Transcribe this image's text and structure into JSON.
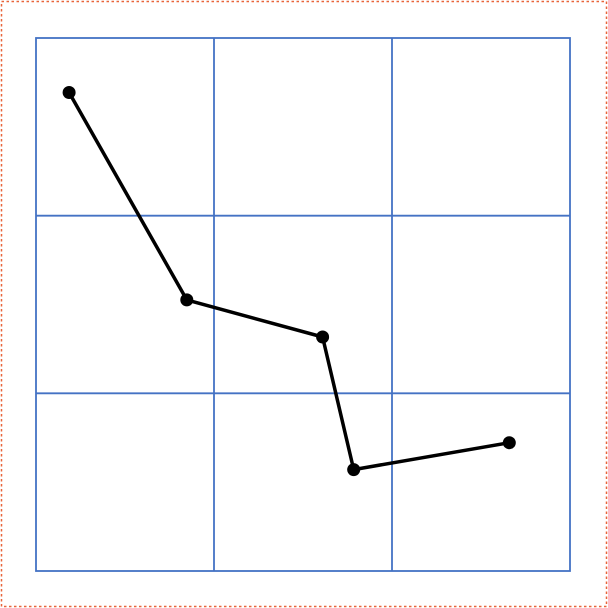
{
  "colors": {
    "background": "#ffffff",
    "outer_border": "#e8653a",
    "grid": "#4472c4",
    "path": "#000000"
  },
  "grid": {
    "rows": 3,
    "cols": 3
  },
  "path_points": [
    {
      "col": 0.186,
      "row": 0.307
    },
    {
      "col": 0.847,
      "row": 1.474
    },
    {
      "col": 1.61,
      "row": 1.683
    },
    {
      "col": 1.785,
      "row": 2.429
    },
    {
      "col": 2.659,
      "row": 2.278
    }
  ]
}
